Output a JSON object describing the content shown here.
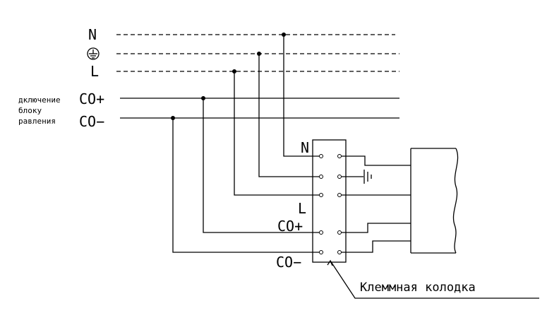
{
  "lines": {
    "n": "N",
    "pe_icon": "ground-icon",
    "l": "L",
    "co_plus": "CO+",
    "co_minus": "CO−"
  },
  "side_label": {
    "line1": "дключение",
    "line2": "блоку",
    "line3": "равления"
  },
  "block": {
    "n": "N",
    "l": "L",
    "co_plus": "CO+",
    "co_minus": "CO−"
  },
  "callout": "Клеммная колодка"
}
